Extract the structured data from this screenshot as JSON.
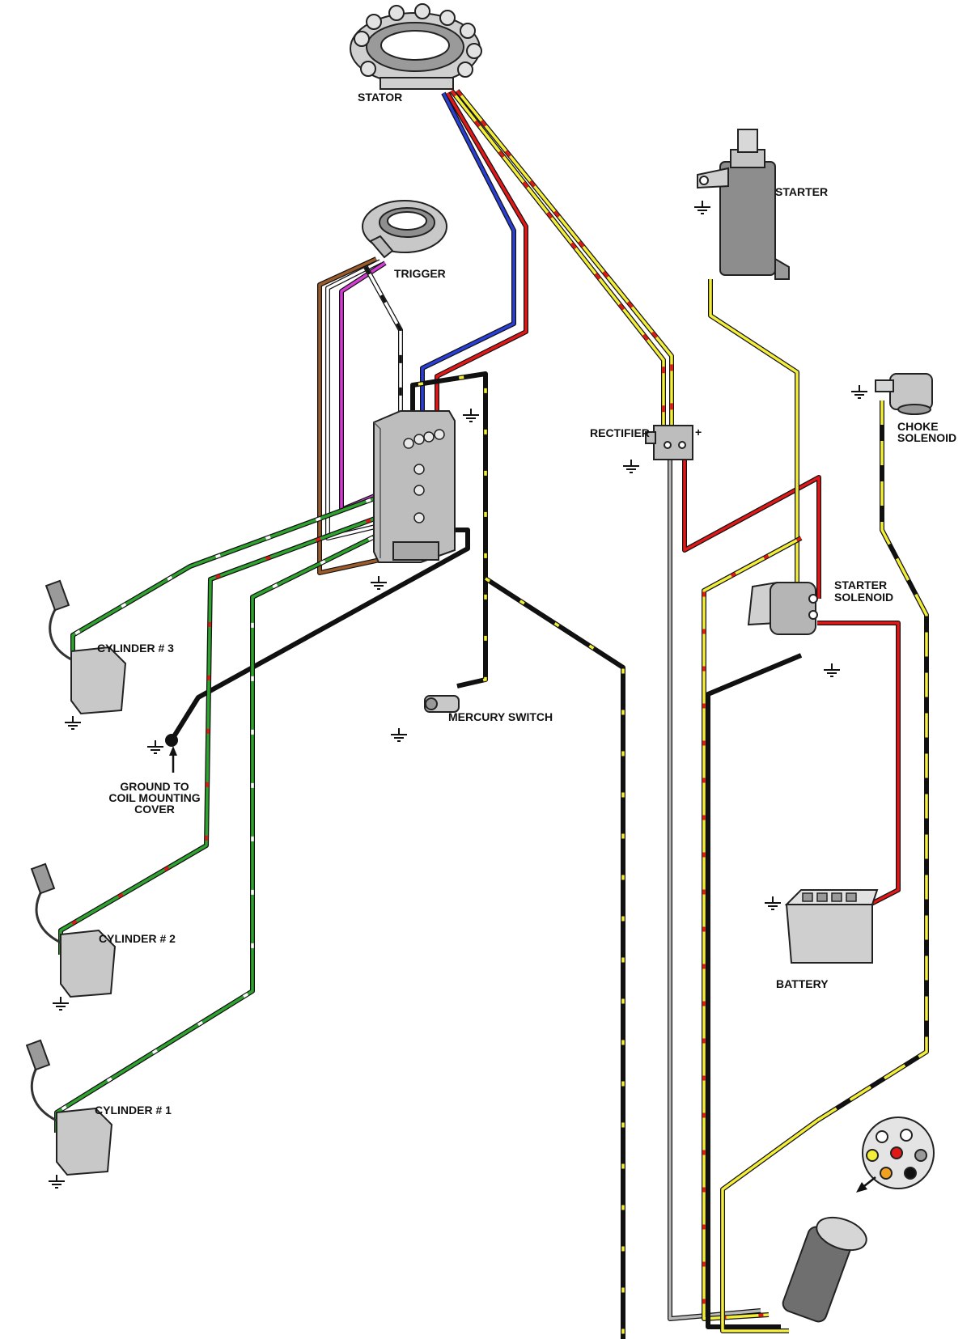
{
  "labels": {
    "stator": "STATOR",
    "trigger": "TRIGGER",
    "starter": "STARTER",
    "rectifier": "RECTIFIER",
    "rectifier_plus": "+",
    "choke_solenoid_line1": "CHOKE",
    "choke_solenoid_line2": "SOLENOID",
    "starter_solenoid_line1": "STARTER",
    "starter_solenoid_line2": "SOLENOID",
    "cylinder3": "CYLINDER # 3",
    "cylinder2": "CYLINDER # 2",
    "cylinder1": "CYLINDER # 1",
    "mercury_switch": "MERCURY SWITCH",
    "ground_line1": "GROUND TO",
    "ground_line2": "COIL MOUNTING",
    "ground_line3": "COVER",
    "battery": "BATTERY"
  },
  "colors": {
    "black": "#111111",
    "red": "#e01818",
    "yellow": "#f2ee3a",
    "green": "#2fa32f",
    "blue": "#2a3fd6",
    "brown": "#9a5a2a",
    "purple": "#d23cd2",
    "white": "#ffffff",
    "gray": "#b8b8b8",
    "component_gray": "#bdbdbd"
  },
  "icons": {
    "stator": "stator-icon",
    "trigger": "trigger-icon",
    "starter": "starter-motor-icon",
    "switch_box": "switch-box-icon",
    "rectifier": "rectifier-icon",
    "choke_solenoid": "choke-solenoid-icon",
    "starter_solenoid": "starter-solenoid-icon",
    "battery": "battery-icon",
    "ignition_coil": "ignition-coil-icon",
    "mercury_switch": "mercury-switch-icon",
    "harness_plug": "harness-plug-icon",
    "ground": "ground-icon"
  }
}
